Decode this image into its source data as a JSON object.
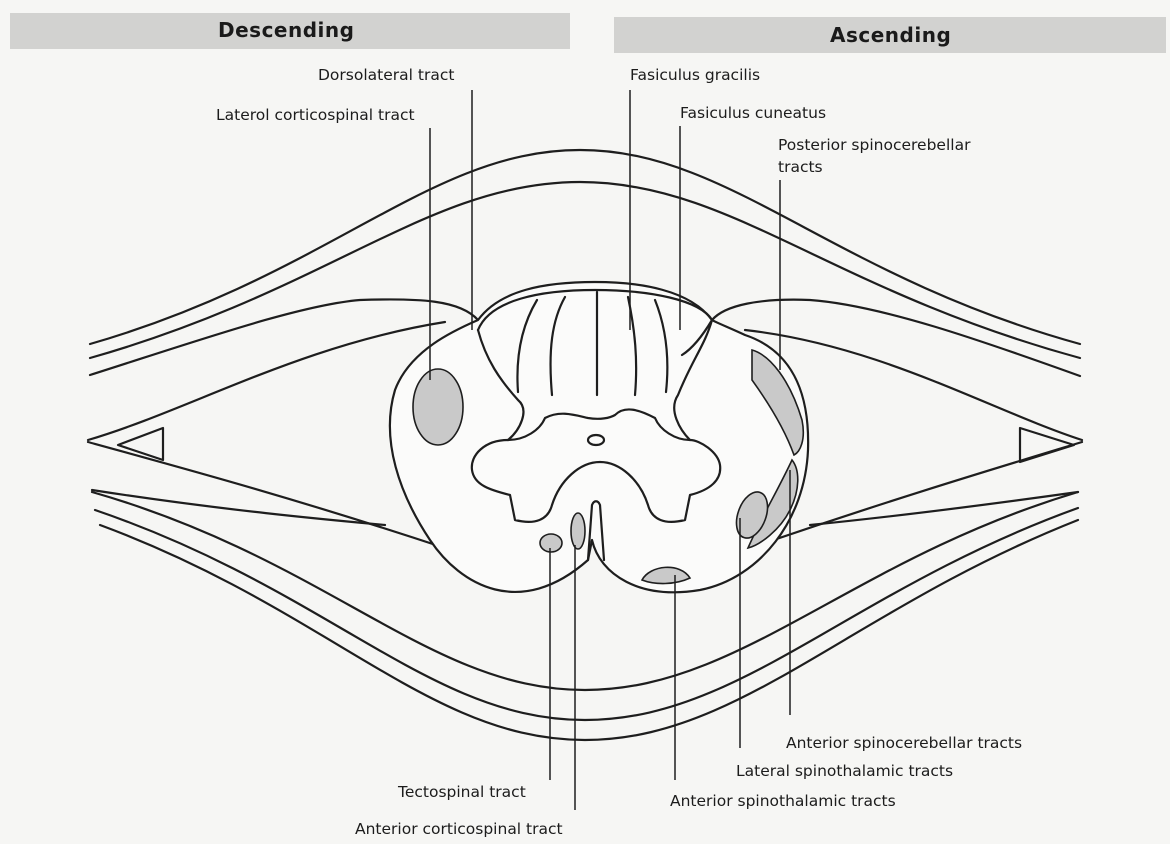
{
  "headers": {
    "descending": "Descending",
    "ascending": "Ascending"
  },
  "labels": {
    "dorsolateral": "Dorsolateral tract",
    "lateral_corticospinal": "Laterol corticospinal tract",
    "fasciculus_gracilis": "Fasiculus gracilis",
    "fasciculus_cuneatus": "Fasiculus cuneatus",
    "posterior_spinocerebellar_1": "Posterior spinocerebellar",
    "posterior_spinocerebellar_2": "tracts",
    "anterior_spinocerebellar": "Anterior spinocerebellar tracts",
    "lateral_spinothalamic": "Lateral spinothalamic tracts",
    "anterior_spinothalamic": "Anterior spinothalamic tracts",
    "tectospinal": "Tectospinal tract",
    "anterior_corticospinal": "Anterior corticospinal tract"
  },
  "colors": {
    "band": "#d2d2d0",
    "tract_fill": "#c9c9c9",
    "line": "#1e1e1e",
    "background": "#f6f6f4"
  }
}
